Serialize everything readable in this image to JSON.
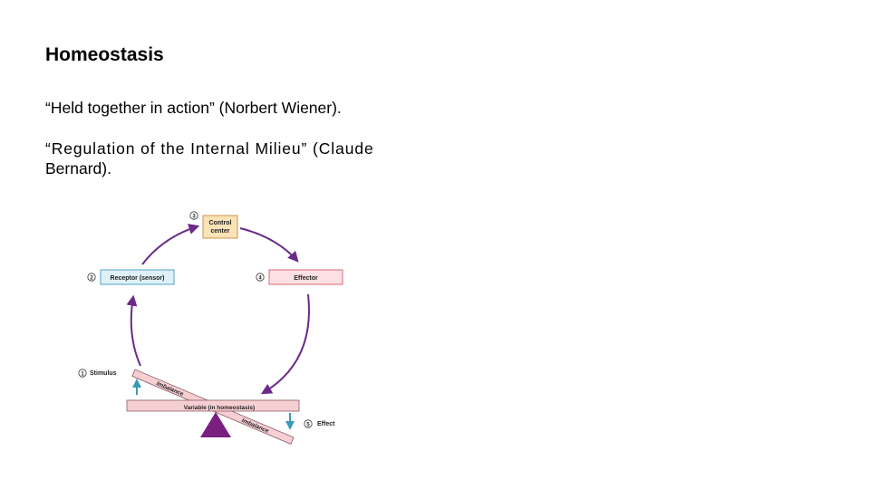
{
  "slide": {
    "title": "Homeostasis",
    "quote1": "“Held together in action” (Norbert Wiener).",
    "quote2_line1": "“Regulation of the Internal Milieu” (Claude",
    "quote2_line2": "Bernard)."
  },
  "diagram": {
    "control_center_line1": "Control",
    "control_center_line2": "center",
    "receptor": "Receptor (sensor)",
    "effector": "Effector",
    "stimulus": "Stimulus",
    "effect": "Effect",
    "variable": "Variable (in homeostasis)",
    "imbalance_top": "Imbalance",
    "imbalance_bottom": "Imbalance",
    "step_markers": [
      "1",
      "2",
      "3",
      "4",
      "5"
    ],
    "colors": {
      "arrow": "#6b2a8a",
      "control_fill": "#fbe3b8",
      "control_stroke": "#c9954a",
      "receptor_fill": "#dff1f8",
      "receptor_stroke": "#4fa3c7",
      "effector_fill": "#fde0e2",
      "effector_stroke": "#d9667a",
      "beam_fill": "#f6cfd3",
      "fulcrum": "#7a1f82",
      "small_arrow": "#3a9ab8"
    }
  }
}
